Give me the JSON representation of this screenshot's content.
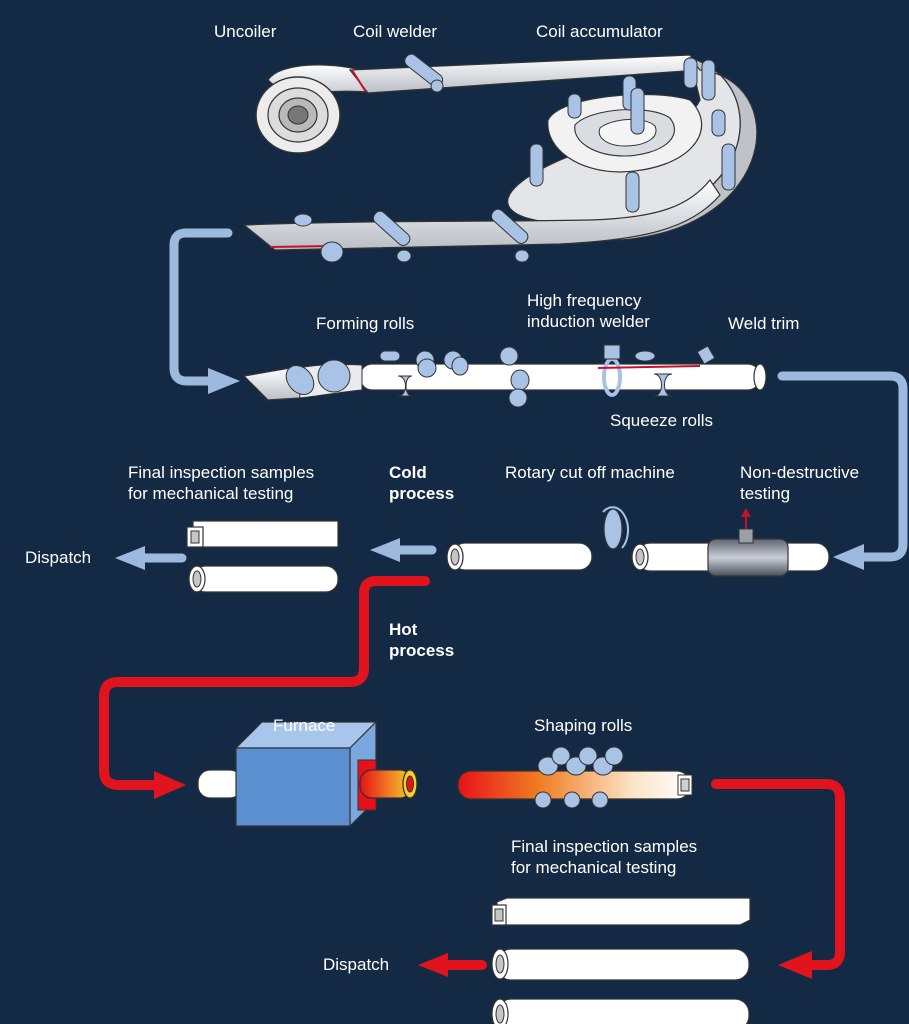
{
  "labels": {
    "uncoiler": "Uncoiler",
    "coil_welder": "Coil welder",
    "coil_accumulator": "Coil accumulator",
    "forming_rolls": "Forming rolls",
    "hf_welder": "High frequency\ninduction welder",
    "weld_trim": "Weld trim",
    "squeeze_rolls": "Squeeze rolls",
    "final_inspection_cold": "Final inspection samples\nfor mechanical testing",
    "cold_process": "Cold\nprocess",
    "rotary_cut_off": "Rotary cut off machine",
    "non_destructive_testing": "Non-destructive\ntesting",
    "dispatch_cold": "Dispatch",
    "hot_process": "Hot\nprocess",
    "furnace": "Furnace",
    "shaping_rolls": "Shaping rolls",
    "final_inspection_hot": "Final inspection samples\nfor mechanical testing",
    "dispatch_hot": "Dispatch"
  },
  "colors": {
    "background": "#142a44",
    "cold_flow": "#9db9de",
    "hot_flow": "#e1141e",
    "roll": "#a9c3e6",
    "pipe": "#ffffff",
    "furnace": "#5b8fd0"
  }
}
